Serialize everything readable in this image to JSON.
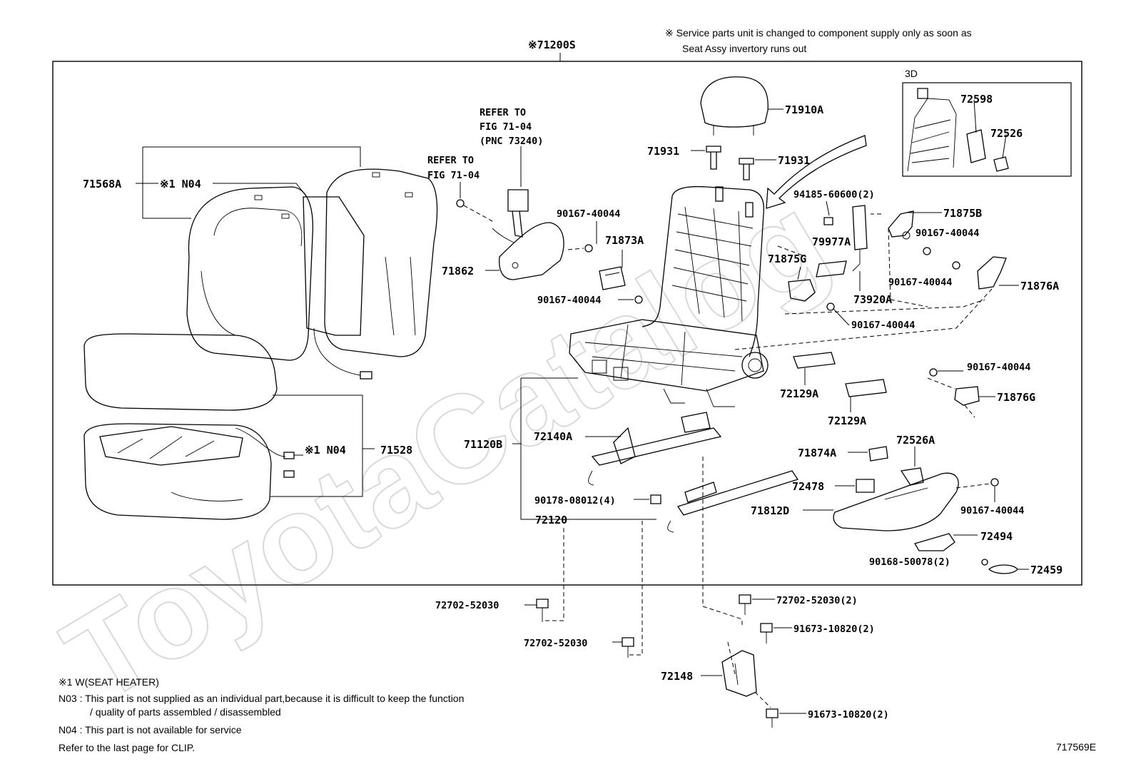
{
  "header": {
    "assembly_number": "※71200S",
    "service_note_line1": "※ Service parts unit is changed to component supply only as soon as",
    "service_note_line2": "Seat Assy invertory runs out"
  },
  "inset_label": "3D",
  "refer_notes": {
    "refer1_line1": "REFER TO",
    "refer1_line2": "FIG 71-04",
    "refer1_line3": "(PNC 73240)",
    "refer2_line1": "REFER TO",
    "refer2_line2": "FIG 71-04"
  },
  "parts": {
    "p71568A": "71568A",
    "p71568A_note": "※1 N04",
    "p71528": "71528",
    "p71528_note": "※1 N04",
    "p71910A": "71910A",
    "p71931_left": "71931",
    "p71931_right": "71931",
    "p72598": "72598",
    "p72526": "72526",
    "p94185": "94185-60600(2)",
    "p71875B": "71875B",
    "p90167_a": "90167-40044",
    "p71873A": "71873A",
    "p71862": "71862",
    "p90167_b": "90167-40044",
    "p79977A": "79977A",
    "p71875G": "71875G",
    "p90167_c": "90167-40044",
    "p90167_d": "90167-40044",
    "p71876A": "71876A",
    "p73920A": "73920A",
    "p90167_e": "90167-40044",
    "p90167_f": "90167-40044",
    "p71876G": "71876G",
    "p72129A_1": "72129A",
    "p72129A_2": "72129A",
    "p71120B": "71120B",
    "p72140A": "72140A",
    "p71874A": "71874A",
    "p72526A": "72526A",
    "p72478": "72478",
    "p90167_g": "90167-40044",
    "p90178": "90178-08012(4)",
    "p71812D": "71812D",
    "p72120": "72120",
    "p72494": "72494",
    "p90168": "90168-50078(2)",
    "p72459": "72459",
    "p72702_a": "72702-52030",
    "p72702_b": "72702-52030(2)",
    "p91673_a": "91673-10820(2)",
    "p72702_c": "72702-52030",
    "p72148": "72148",
    "p91673_b": "91673-10820(2)"
  },
  "footnotes": {
    "line1": "※1  W(SEAT HEATER)",
    "line2": "N03 : This part is not supplied as an individual part,because it is difficult to keep the function",
    "line3": "/ quality of parts assembled / disassembled",
    "line4": "N04 : This part is not available for service",
    "line5": "Refer to the last page for CLIP."
  },
  "figure_code": "717569E",
  "watermark": "ToyotaCatalog"
}
